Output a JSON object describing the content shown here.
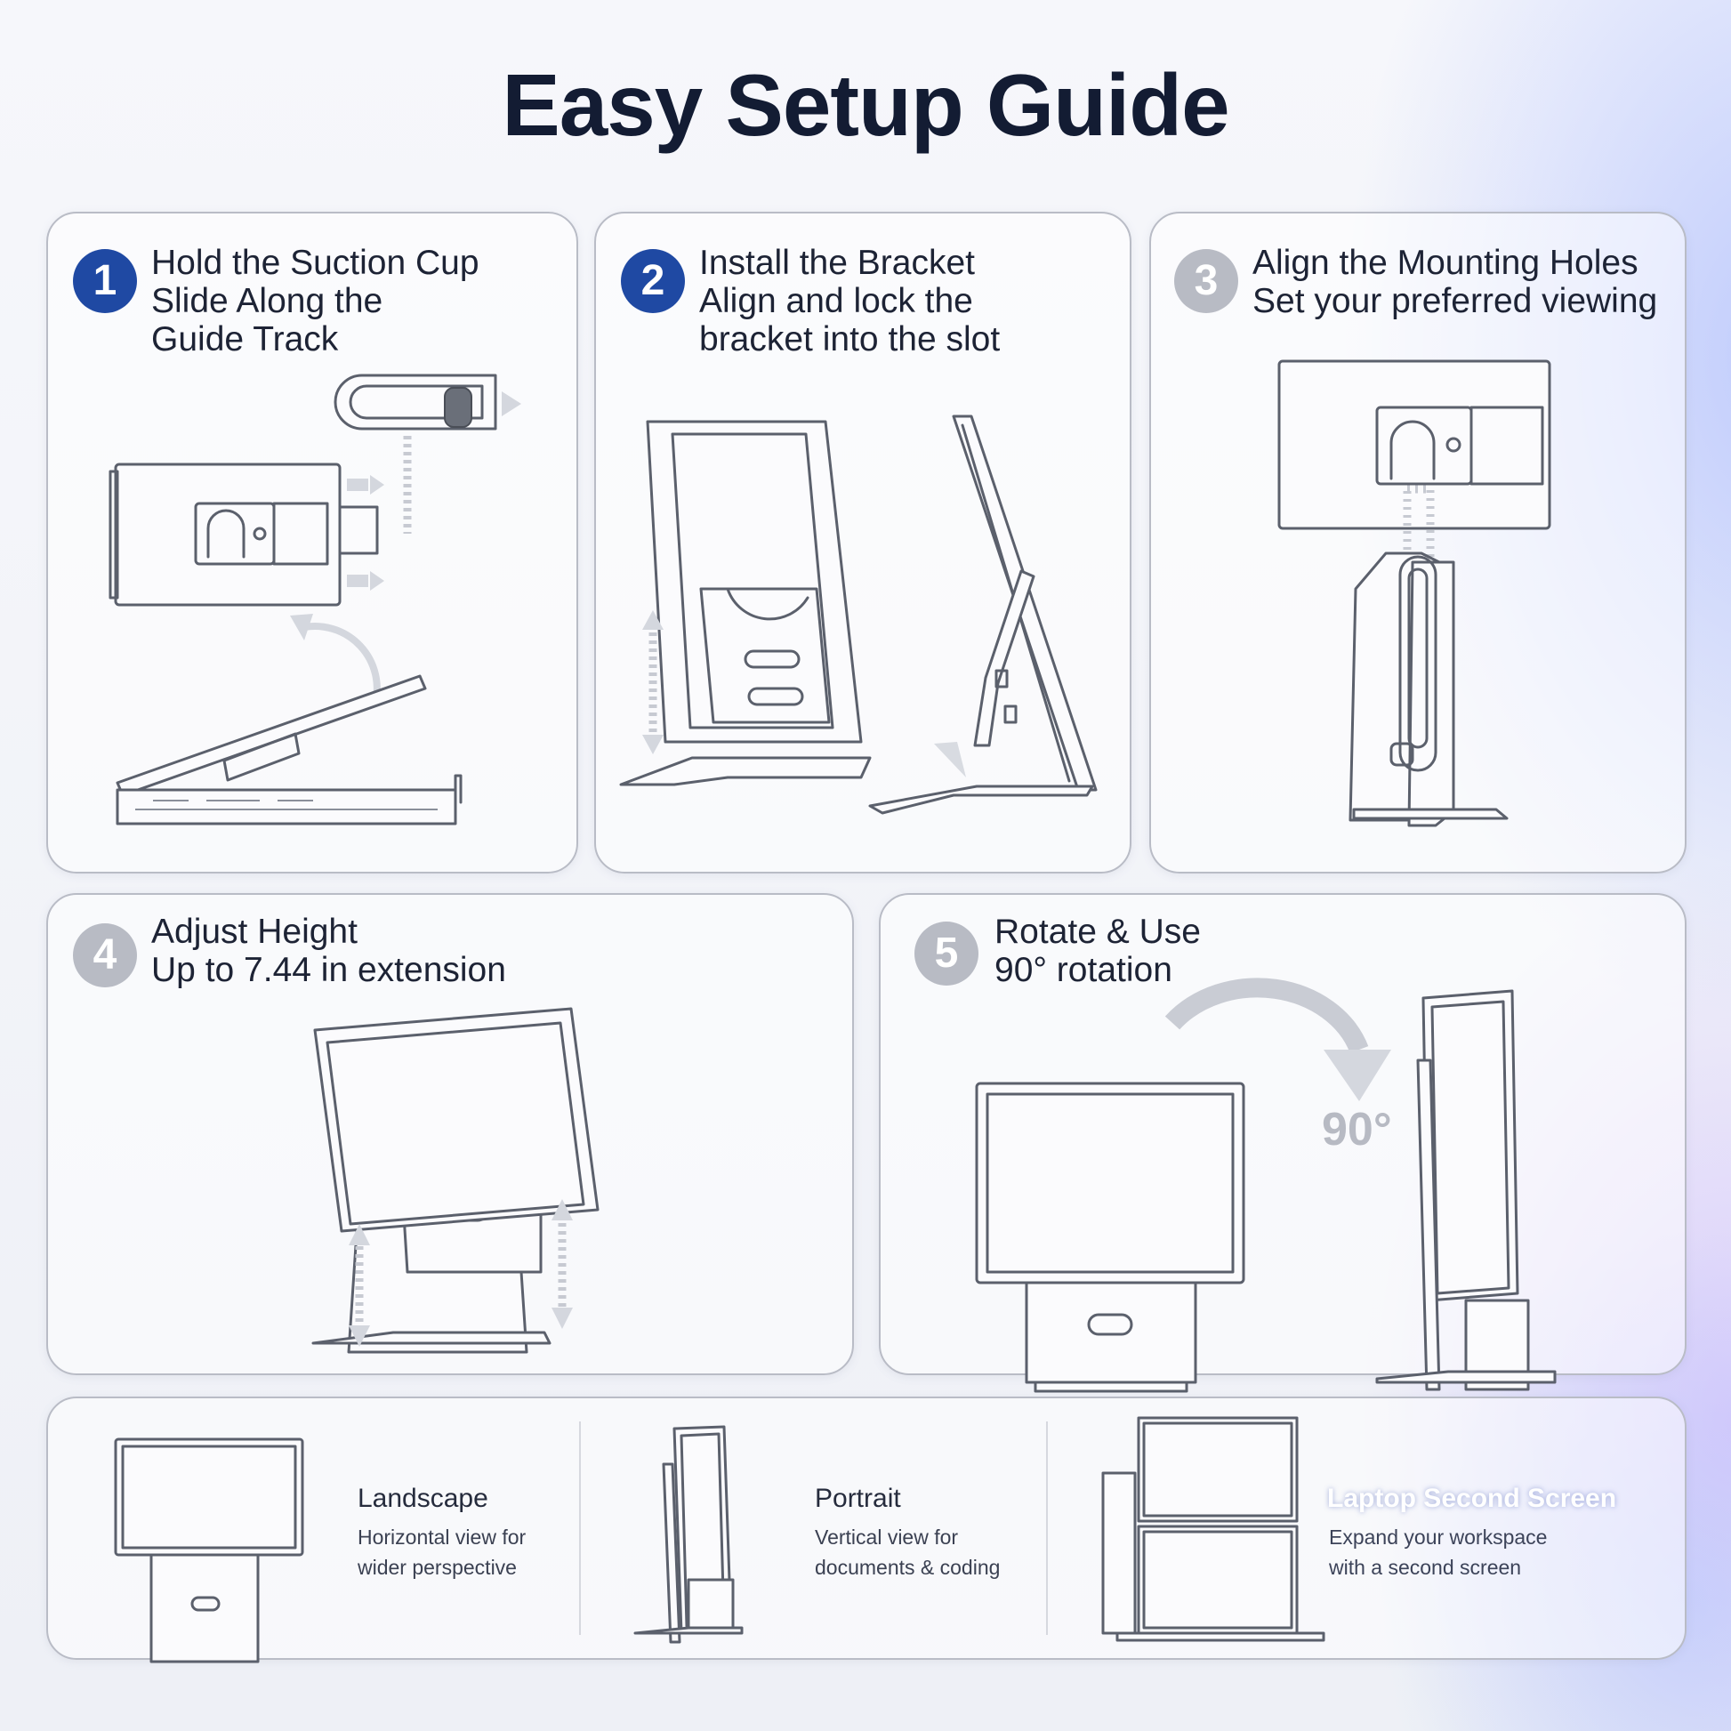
{
  "title": "Easy Setup Guide",
  "steps": [
    {
      "number": "1",
      "lines": [
        "Hold the Suction Cup",
        "Slide Along the",
        "Guide Track"
      ]
    },
    {
      "number": "2",
      "lines": [
        "Install the Bracket",
        "Align and lock the",
        "bracket into the slot"
      ]
    },
    {
      "number": "3",
      "lines": [
        "Align the Mounting Holes",
        "Set your preferred viewing"
      ]
    },
    {
      "number": "4",
      "lines": [
        "Adjust Height",
        "Up to 7.44 in extension"
      ]
    },
    {
      "number": "5",
      "lines": [
        "Rotate & Use",
        "90° rotation"
      ]
    }
  ],
  "rotation_label": "90°",
  "modes": [
    {
      "title": "Landscape",
      "desc": [
        "Horizontal view for",
        "wider perspective"
      ]
    },
    {
      "title": "Portrait",
      "desc": [
        "Vertical view for",
        "documents & coding"
      ]
    },
    {
      "title": "Laptop Second Screen",
      "desc": [
        "Expand your workspace",
        "with a second screen"
      ]
    }
  ],
  "colors": {
    "accent": "#1f49a3",
    "inactive_badge": "#b8bbc4",
    "title": "#131c33"
  }
}
